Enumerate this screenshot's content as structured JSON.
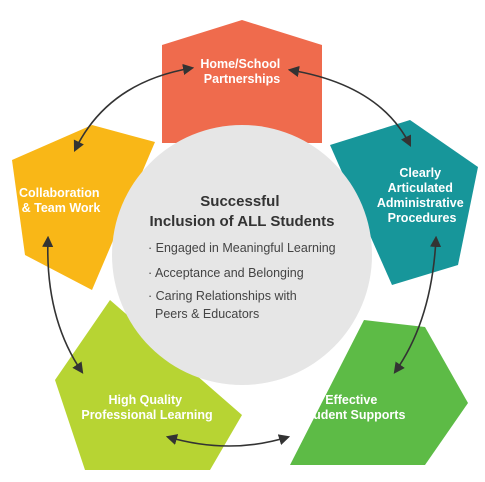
{
  "center": {
    "title_line1": "Successful",
    "title_line2": "Inclusion of ALL Students",
    "items": [
      "· Engaged in Meaningful Learning",
      "· Acceptance and Belonging",
      "· Caring Relationships with",
      "Peers & Educators"
    ]
  },
  "segments": [
    {
      "lines": [
        "Home/School",
        "Partnerships"
      ],
      "color": "#EF6B4D"
    },
    {
      "lines": [
        "Clearly",
        "Articulated",
        "Administrative",
        "Procedures"
      ],
      "color": "#17969A"
    },
    {
      "lines": [
        "Effective",
        "Student Supports"
      ],
      "color": "#5DBB46"
    },
    {
      "lines": [
        "High Quality",
        "Professional Learning"
      ],
      "color": "#B7D433"
    },
    {
      "lines": [
        "Collaboration",
        "& Team Work"
      ],
      "color": "#F9B717"
    }
  ],
  "colors": {
    "center_circle": "#E6E6E6",
    "arrow": "#333333"
  }
}
